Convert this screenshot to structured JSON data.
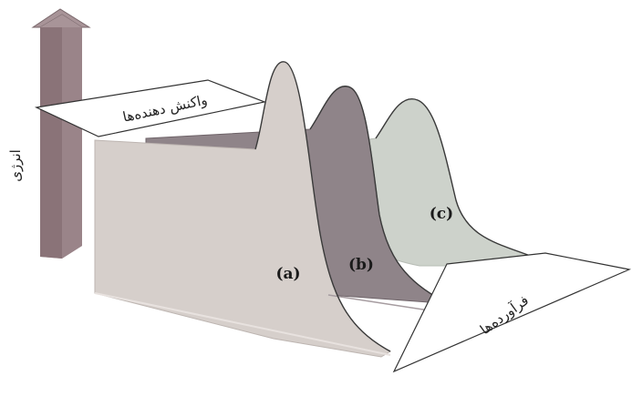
{
  "arrow_label": "انرژی",
  "reactants_label": "واکنش دهنده‌ها",
  "products_label": "فرآورده‌ها",
  "curves": [
    {
      "tag": "(a)",
      "color": "#d6cfcb"
    },
    {
      "tag": "(b)",
      "color": "#8f8489"
    },
    {
      "tag": "(c)",
      "color": "#cdd2cb"
    }
  ],
  "colors": {
    "arrow": "#8a7378",
    "arrow_light": "#a89498",
    "outline": "#3a3a3a"
  }
}
